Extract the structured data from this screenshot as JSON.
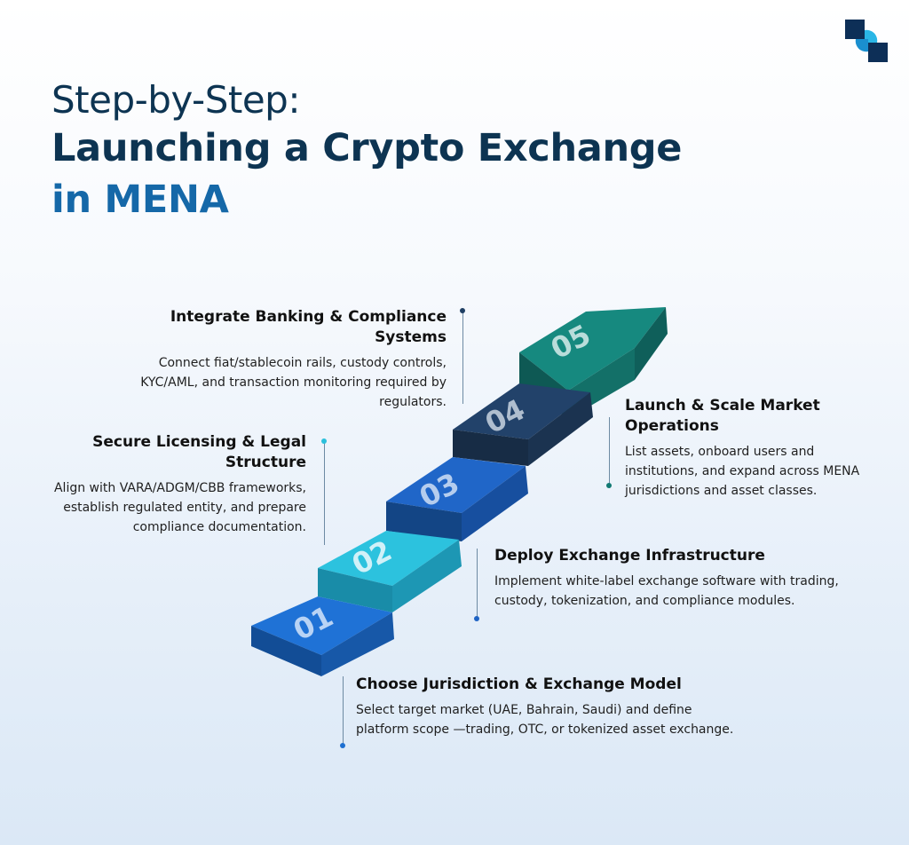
{
  "title": {
    "line1": "Step-by-Step:",
    "line2": "Launching a Crypto Exchange",
    "line3": "in MENA"
  },
  "colors": {
    "navy": "#0d3452",
    "blue": "#1568a8",
    "step1": "#1d6fd1",
    "step2": "#2bc0dc",
    "step3": "#1f63c4",
    "step4": "#1f3f63",
    "step5": "#127a73"
  },
  "steps": [
    {
      "number": "01",
      "title": "Choose Jurisdiction & Exchange Model",
      "description": "Select target market (UAE, Bahrain, Saudi) and define platform scope —trading, OTC, or tokenized asset exchange."
    },
    {
      "number": "02",
      "title": "Secure Licensing & Legal Structure",
      "description": "Align with VARA/ADGM/CBB frameworks, establish regulated entity, and prepare compliance documentation."
    },
    {
      "number": "03",
      "title": "Deploy Exchange Infrastructure",
      "description": "Implement white-label exchange software with trading, custody, tokenization, and compliance modules."
    },
    {
      "number": "04",
      "title": "Integrate Banking & Compliance Systems",
      "description": "Connect fiat/stablecoin rails, custody controls, KYC/AML, and transaction monitoring required by regulators."
    },
    {
      "number": "05",
      "title": "Launch & Scale Market Operations",
      "description": "List assets, onboard users and institutions, and expand across MENA jurisdictions and asset classes."
    }
  ]
}
